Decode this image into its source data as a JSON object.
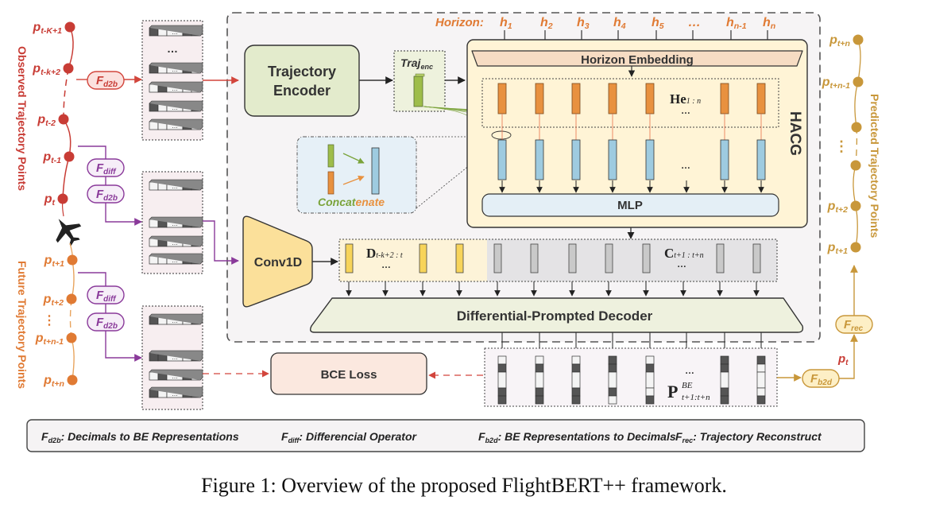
{
  "figure": {
    "caption": "Figure 1: Overview of the proposed FlightBERT++ framework."
  },
  "colors": {
    "observed": "#c83c35",
    "future": "#e07a33",
    "predicted": "#c8973a",
    "diff_op": "#8a3a9a",
    "hacg_bg": "#fff4d6",
    "encoder_bg": "#e3ebcc",
    "horizon_embed_bg": "#f6dcc3",
    "mlp_bg": "#e4eff6",
    "conv_bg": "#fbe09a",
    "decoder_bg": "#eef1de",
    "bce_bg": "#fbe8df"
  },
  "observed": {
    "section_label": "Observed Trajectory Points",
    "points": [
      {
        "base": "p",
        "sub": "t-K+1"
      },
      {
        "base": "p",
        "sub": "t-k+2"
      },
      {
        "base": "p",
        "sub": "t-2"
      },
      {
        "base": "p",
        "sub": "t-1"
      },
      {
        "base": "p",
        "sub": "t"
      }
    ]
  },
  "future": {
    "section_label": "Future Trajectory Points",
    "points": [
      {
        "base": "p",
        "sub": "t+1"
      },
      {
        "base": "p",
        "sub": "t+2"
      },
      {
        "base": "p",
        "sub": "t+n-1"
      },
      {
        "base": "p",
        "sub": "t+n"
      }
    ],
    "ellipsis": "⋮"
  },
  "predicted": {
    "section_label": "Predicted Trajectory Points",
    "points": [
      {
        "base": "p",
        "sub": "t+n"
      },
      {
        "base": "p",
        "sub": "t+n-1"
      },
      {
        "base": "p",
        "sub": "t+2"
      },
      {
        "base": "p",
        "sub": "t+1"
      }
    ],
    "ellipsis": "⋮"
  },
  "operators": {
    "d2b": {
      "base": "F",
      "sub": "d2b"
    },
    "diff": {
      "base": "F",
      "sub": "diff"
    },
    "b2d": {
      "base": "F",
      "sub": "b2d"
    },
    "rec": {
      "base": "F",
      "sub": "rec"
    },
    "pt_label": {
      "base": "p",
      "sub": "t"
    }
  },
  "blocks": {
    "trajectory_encoder": [
      "Trajectory",
      "Encoder"
    ],
    "traj_enc": {
      "base": "Traj",
      "sub": "enc"
    },
    "concat_label_a": "Concat",
    "concat_label_b": "enate",
    "horizon_prefix": "Horizon:",
    "horizons": [
      {
        "base": "h",
        "sub": "1"
      },
      {
        "base": "h",
        "sub": "2"
      },
      {
        "base": "h",
        "sub": "3"
      },
      {
        "base": "h",
        "sub": "4"
      },
      {
        "base": "h",
        "sub": "5"
      },
      {
        "base": "…",
        "sub": ""
      },
      {
        "base": "h",
        "sub": "n-1"
      },
      {
        "base": "h",
        "sub": "n"
      }
    ],
    "horizon_embedding": "Horizon Embedding",
    "he_label": {
      "base": "He",
      "sub": "1 : n"
    },
    "hacg": "HACG",
    "mlp": "MLP",
    "conv1d": "Conv1D",
    "d_label": {
      "base": "D",
      "sub": "t-k+2 : t"
    },
    "c_label": {
      "base": "C",
      "sub": "t+1 : t+n"
    },
    "decoder": "Differential-Prompted Decoder",
    "bce_loss": "BCE Loss",
    "p_label": {
      "base": "P",
      "sup": "BE",
      "sub": "t+1:t+n"
    },
    "ellipsis": "…"
  },
  "legend": [
    {
      "sym": "F",
      "sub": "d2b",
      "text": ": Decimals to BE Representations"
    },
    {
      "sym": "F",
      "sub": "diff",
      "text": ": Differencial Operator"
    },
    {
      "sym": "F",
      "sub": "b2d",
      "text": ": BE Representations to Decimals"
    },
    {
      "sym": "F",
      "sub": "rec",
      "text": ": Trajectory Reconstruct"
    }
  ]
}
